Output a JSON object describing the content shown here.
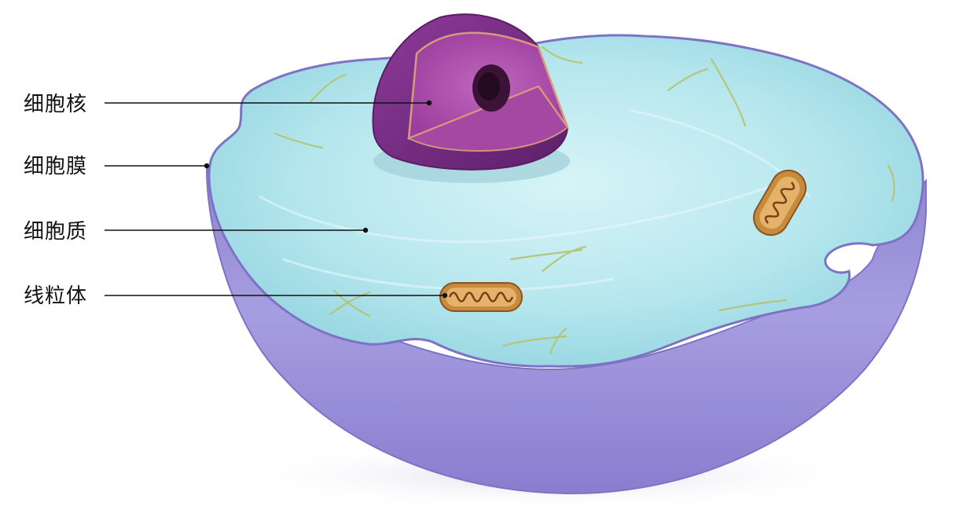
{
  "labels": [
    {
      "text": "细胞核",
      "part": "nucleus"
    },
    {
      "text": "细胞膜",
      "part": "membrane"
    },
    {
      "text": "细胞质",
      "part": "cytoplasm"
    },
    {
      "text": "线粒体",
      "part": "mitochondrion"
    }
  ],
  "colors": {
    "cytoplasm": "#aee3ea",
    "membrane_outer": "#9f8fd8",
    "membrane_edge": "#7d73c4",
    "nucleus_outer": "#7a2b87",
    "nucleus_inner": "#b44fb1",
    "nucleolus": "#3d1237",
    "mitochondrion": "#c88b3c",
    "leader_line": "#111111"
  }
}
